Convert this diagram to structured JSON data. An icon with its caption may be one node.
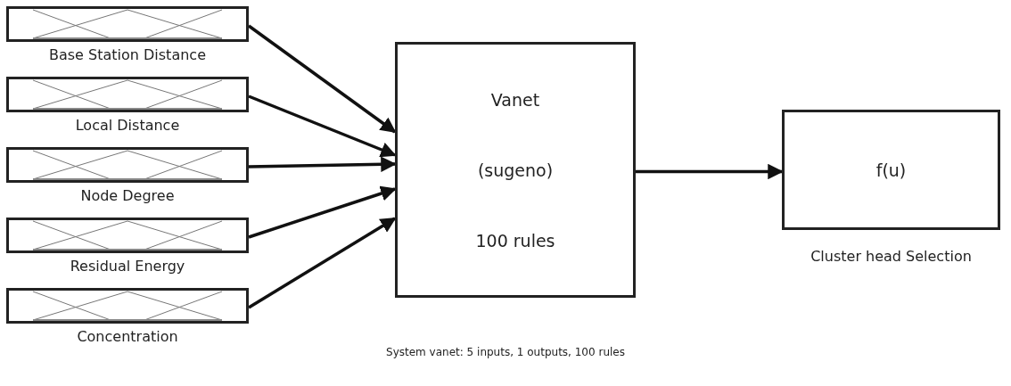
{
  "diagram": {
    "caption": "System vanet: 5 inputs, 1 outputs, 100 rules",
    "nodes": [
      {
        "text": [
          "Base Station Distance"
        ]
      },
      {
        "text": [
          "Local Distance"
        ]
      },
      {
        "text": [
          "Node Degree"
        ]
      },
      {
        "text": [
          "Residual Energy"
        ]
      },
      {
        "text": [
          "Concentration"
        ]
      },
      {
        "text": [
          "Vanet",
          "(sugeno)",
          "100 rules"
        ]
      },
      {
        "text": [
          "f(u)"
        ],
        "beside": [
          "Cluster head Selection"
        ]
      }
    ],
    "edges": [
      {
        "from": 0,
        "to": 5,
        "arrow": "to"
      },
      {
        "from": 1,
        "to": 5,
        "arrow": "to"
      },
      {
        "from": 2,
        "to": 5,
        "arrow": "to"
      },
      {
        "from": 3,
        "to": 5,
        "arrow": "to"
      },
      {
        "from": 4,
        "to": 5,
        "arrow": "to"
      },
      {
        "from": 5,
        "to": 6,
        "arrow": "to"
      }
    ]
  }
}
